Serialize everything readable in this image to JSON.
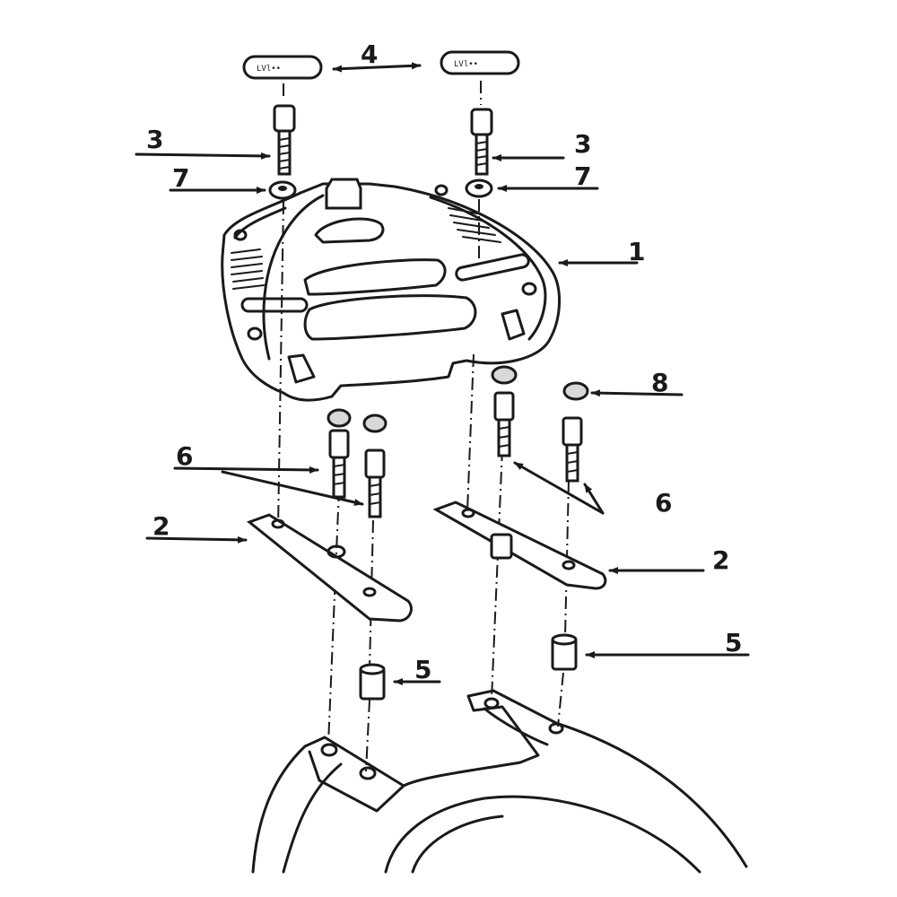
{
  "callouts": {
    "rack": "1",
    "plate_left": "2",
    "plate_right": "2",
    "bolt_top_left": "3",
    "bolt_top_right": "3",
    "pads": "4",
    "spacer_left": "5",
    "spacer_right": "5",
    "bolts_lower_left": "6",
    "bolts_lower_right": "6",
    "washer_left": "7",
    "washer_right": "7",
    "cap": "8"
  },
  "colors": {
    "ink": "#1a1a1a",
    "paper": "#ffffff"
  }
}
